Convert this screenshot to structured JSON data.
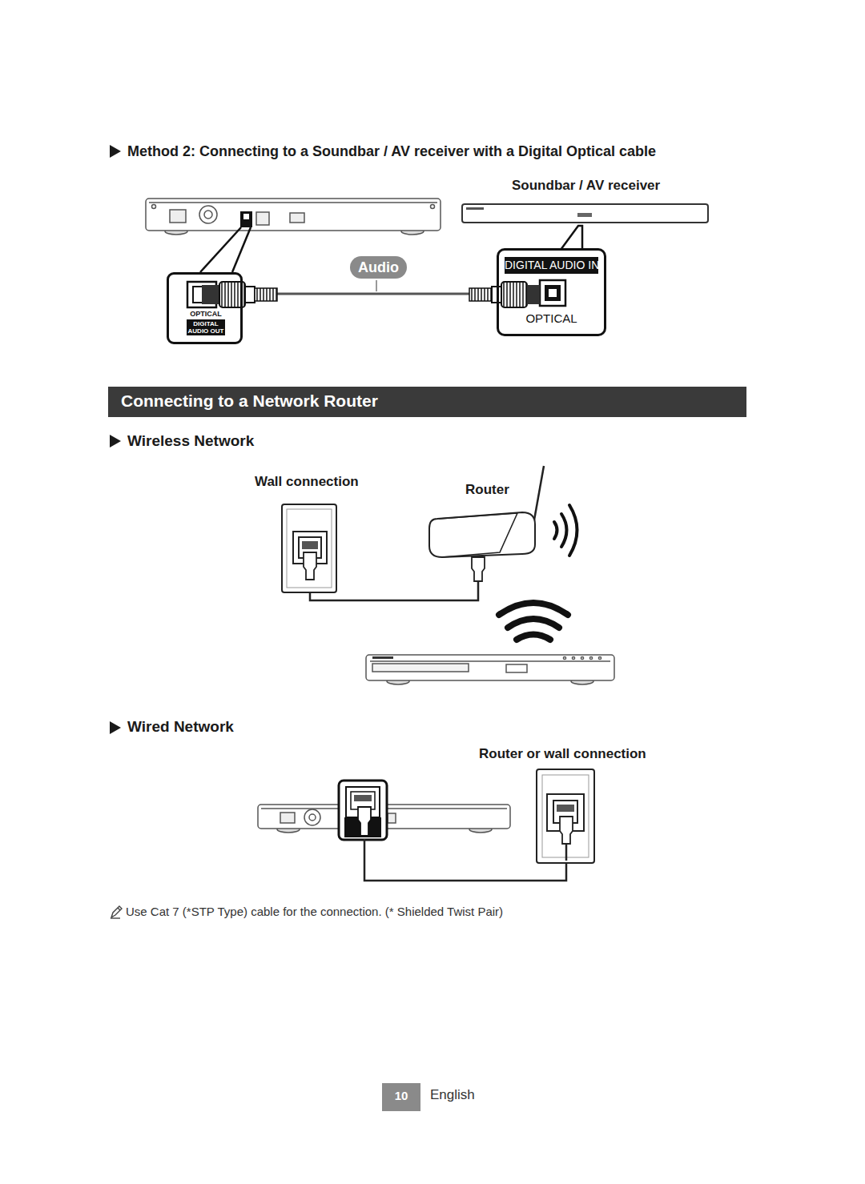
{
  "diagram": {
    "nodes": [
      {
        "text": [
          "OPTICAL",
          "DIGITAL AUDIO OUT"
        ]
      },
      {
        "text": [
          "Soundbar / AV receiver"
        ]
      },
      {
        "text": [
          "DIGITAL AUDIO IN",
          "OPTICAL"
        ]
      },
      {
        "text": [
          "Connecting to a Network Router"
        ]
      },
      {
        "text": [
          "Wall connection"
        ]
      },
      {
        "text": [
          "Router"
        ]
      },
      {
        "text": [
          "Router or wall connection"
        ]
      },
      {
        "text": [
          "10"
        ]
      }
    ],
    "edges": [
      {
        "from": 0,
        "to": 2,
        "arrow": "none",
        "label": "Audio"
      },
      {
        "from": 4,
        "to": 5,
        "arrow": "none"
      }
    ],
    "labels": [
      "Method 2: Connecting to a Soundbar / AV receiver with a Digital Optical cable",
      "Wireless Network",
      "Wired Network",
      "Use Cat 7 (*STP Type) cable for the connection. (* Shielded Twist Pair)",
      "English"
    ]
  }
}
